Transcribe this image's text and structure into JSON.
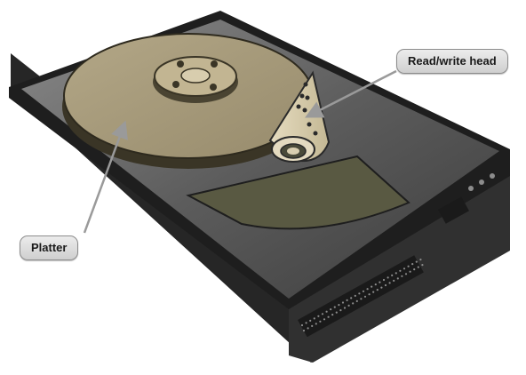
{
  "labels": {
    "read_write_head": "Read/write head",
    "platter": "Platter"
  },
  "icons": {
    "drive": "hard-drive-illustration",
    "platter": "platter-disc-icon",
    "spindle": "spindle-hub-icon",
    "head": "read-write-head-arm-icon"
  },
  "colors": {
    "case_dark": "#2c2c2c",
    "case_top": "#6a6a6a",
    "platter": "#a69a7c",
    "platter_edge": "#3a3526",
    "arm": "#d9ceb0",
    "magnet": "#5a5a44",
    "callout_bg": "#dcdcdc",
    "callout_border": "#8c8c8c",
    "arrow": "#9a9a9a"
  }
}
